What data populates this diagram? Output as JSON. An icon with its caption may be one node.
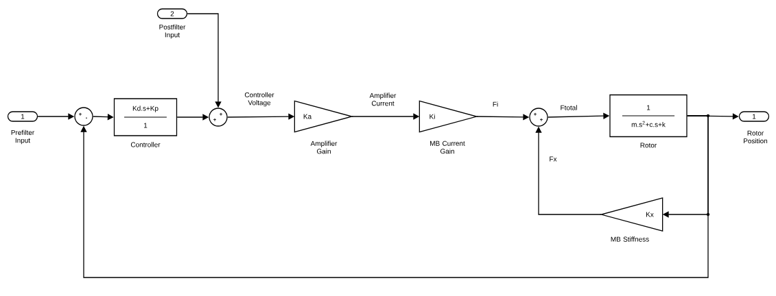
{
  "diagram": {
    "nodes": [
      {
        "text": [
          "1"
        ],
        "beside": [
          "Prefilter Input"
        ]
      },
      {
        "text": [
          "+",
          "-"
        ]
      },
      {
        "text": [
          "2"
        ],
        "beside": [
          "Postfilter Input"
        ]
      },
      {
        "text": [
          "Kd.s+Kp",
          "1"
        ],
        "beside": [
          "Controller"
        ]
      },
      {
        "text": [
          "+",
          "+"
        ]
      },
      {
        "text": [
          "Ka"
        ],
        "beside": [
          "Amplifier Gain"
        ]
      },
      {
        "text": [
          "Ki"
        ],
        "beside": [
          "MB Current Gain"
        ]
      },
      {
        "text": [
          "+",
          "+"
        ]
      },
      {
        "text": [
          "1",
          "m.s$^{2}$+c.s+k"
        ],
        "beside": [
          "Rotor"
        ]
      },
      {
        "text": [
          "1"
        ],
        "beside": [
          "Rotor Position"
        ]
      },
      {
        "text": [
          "Kx"
        ],
        "beside": [
          "MB Stiffness"
        ]
      }
    ],
    "edges": [
      {
        "from": 0,
        "to": 1,
        "arrow": "to"
      },
      {
        "from": 1,
        "to": 3,
        "arrow": "to"
      },
      {
        "from": 3,
        "to": 4,
        "arrow": "to"
      },
      {
        "from": 2,
        "to": 4,
        "arrow": "to"
      },
      {
        "from": 4,
        "to": 5,
        "arrow": "to",
        "label": "Controller Voltage"
      },
      {
        "from": 5,
        "to": 6,
        "arrow": "to",
        "label": "Amplifier Current"
      },
      {
        "from": 6,
        "to": 7,
        "arrow": "to",
        "label": "Fi"
      },
      {
        "from": 7,
        "to": 8,
        "arrow": "to",
        "label": "Ftotal"
      },
      {
        "from": 8,
        "to": 9,
        "arrow": "to"
      },
      {
        "from": 8,
        "to": 10,
        "arrow": "to"
      },
      {
        "from": 10,
        "to": 7,
        "arrow": "to",
        "label": "Fx"
      },
      {
        "from": 8,
        "to": 1,
        "arrow": "to"
      }
    ]
  }
}
